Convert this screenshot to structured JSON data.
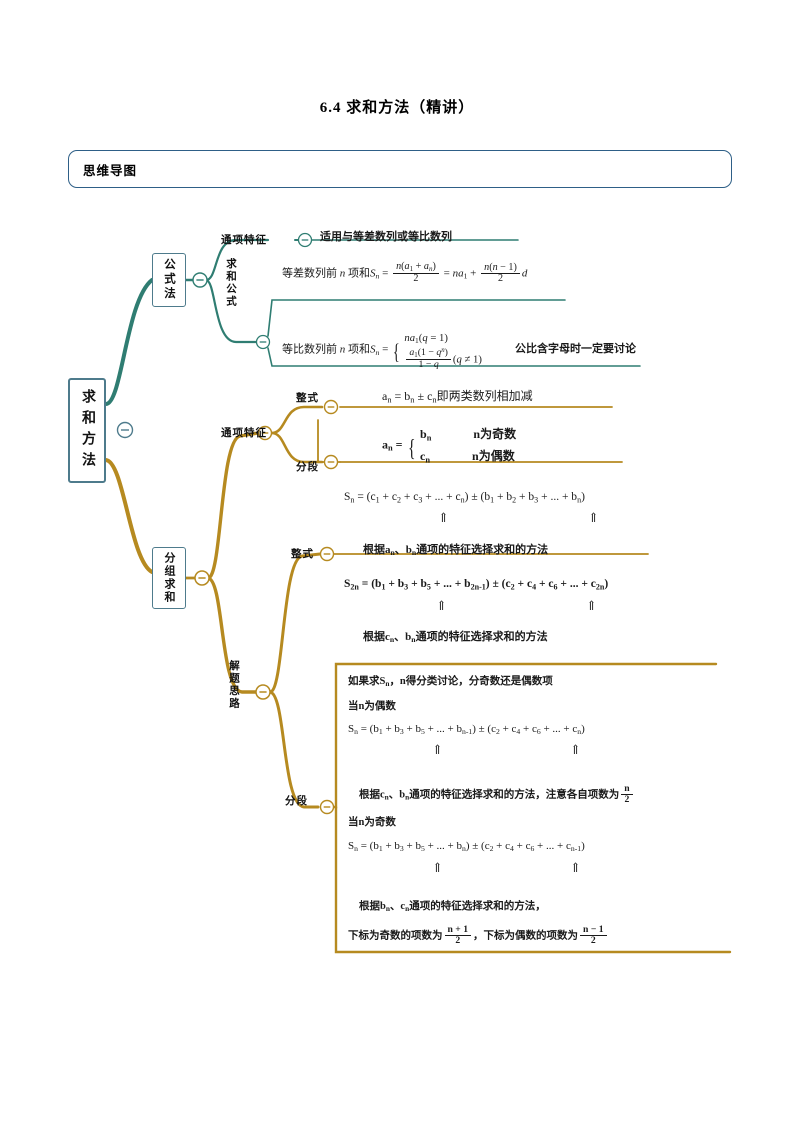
{
  "document": {
    "title": "6.4 求和方法（精讲）",
    "section_label": "思维导图"
  },
  "colors": {
    "heading_box_border": "#2e5f87",
    "root_node_border": "#4e7b8c",
    "teal_branch": "#2f7d72",
    "gold_branch": "#b68a20",
    "text": "#1a1a1a"
  },
  "mindmap": {
    "root": "求和方法",
    "branches": [
      {
        "id": "formula-method",
        "label": "公式法",
        "color": "#2f7d72",
        "children": [
          {
            "id": "general-term-feature",
            "label": "通项特征",
            "content": "适用与等差数列或等比数列"
          },
          {
            "id": "sum-formula",
            "label": "求和公式",
            "items": [
              "等差数列前 n 项和 Sn = n(a1 + an)/2 = na1 + n(n-1)/2 · d",
              "等比数列前 n 项和 Sn = { na1 (q = 1) ; a1(1-q^n)/(1-q) (q ≠ 1) }",
              "公比含字母时一定要讨论"
            ]
          }
        ]
      },
      {
        "id": "grouping-sum",
        "label": "分组求和",
        "color": "#b68a20",
        "children": [
          {
            "id": "general-term-feature-2",
            "label": "通项特征",
            "children": [
              {
                "id": "integral-form",
                "label": "整式",
                "content": "an = bn ± cn即两类数列相加减"
              },
              {
                "id": "piecewise-form",
                "label": "分段",
                "content": "an = { bn  n为奇数 ; cn  n为偶数 }"
              }
            ]
          },
          {
            "id": "solving-approach",
            "label": "解题思路",
            "children": [
              {
                "id": "approach-integral",
                "label": "整式"
              },
              {
                "id": "approach-piecewise",
                "label": "分段"
              }
            ]
          }
        ]
      }
    ]
  },
  "formulas": {
    "arith_sum_prefix": "等差数列前",
    "arith_sum_n": "n",
    "arith_sum_mid": "项和",
    "geom_sum_prefix": "等比数列前",
    "geom_case1": "na",
    "geom_note": "公比含字母时一定要讨论",
    "applies_to": "适用与等差数列或等比数列",
    "an_integral": "即两类数列相加减",
    "n_odd": "n为奇数",
    "n_even": "n为偶数",
    "line_sn_group": "S",
    "note_ab": "通项的特征选择求和的方法",
    "note_cb": "通项的特征选择求和的方法",
    "piece_intro": "，n得分类讨论，分奇数还是偶数项",
    "piece_when_even": "当n为偶数",
    "piece_when_odd": "当n为奇数",
    "piece_note_even": "通项的特征选择求和的方法，注意各自项数为",
    "piece_note_odd_head": "通项的特征选择求和的方法，",
    "piece_note_odd_tail_a": "下标为奇数的项数为",
    "piece_note_odd_tail_b": "，下标为偶数的项数为",
    "if_find": "如果求"
  }
}
